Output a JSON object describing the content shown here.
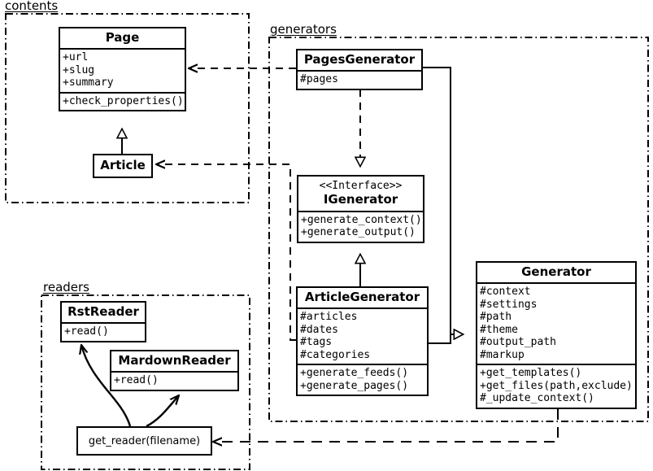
{
  "diagram": {
    "title": "Pelican architecture UML class diagram",
    "stroke_color": "#000000",
    "background": "#ffffff"
  },
  "packages": [
    {
      "name": "contents",
      "label": "contents"
    },
    {
      "name": "generators",
      "label": "generators"
    },
    {
      "name": "readers",
      "label": "readers"
    }
  ],
  "classes": {
    "page": {
      "name": "Page",
      "attributes": [
        "+url",
        "+slug",
        "+summary"
      ],
      "methods": [
        "+check_properties()"
      ]
    },
    "article": {
      "name": "Article",
      "attributes": [],
      "methods": []
    },
    "pages_generator": {
      "name": "PagesGenerator",
      "attributes": [
        "#pages"
      ],
      "methods": []
    },
    "igenerator": {
      "stereotype": "<<Interface>>",
      "name": "IGenerator",
      "attributes": [],
      "methods": [
        "+generate_context()",
        "+generate_output()"
      ]
    },
    "article_generator": {
      "name": "ArticleGenerator",
      "attributes": [
        "#articles",
        "#dates",
        "#tags",
        "#categories"
      ],
      "methods": [
        "+generate_feeds()",
        "+generate_pages()"
      ]
    },
    "generator": {
      "name": "Generator",
      "attributes": [
        "#context",
        "#settings",
        "#path",
        "#theme",
        "#output_path",
        "#markup"
      ],
      "methods": [
        "+get_templates()",
        "+get_files(path,exclude)",
        "#_update_context()"
      ]
    },
    "rst_reader": {
      "name": "RstReader",
      "attributes": [],
      "methods": [
        "+read()"
      ]
    },
    "mardown_reader": {
      "name": "MardownReader",
      "attributes": [],
      "methods": [
        "+read()"
      ]
    },
    "get_reader": {
      "name": "get_reader(filename)"
    }
  },
  "relationships": [
    {
      "name": "article-inherits-page",
      "type": "generalization",
      "from": "Article",
      "to": "Page"
    },
    {
      "name": "pagesgenerator-realizes-igenerator",
      "type": "realization",
      "from": "PagesGenerator",
      "to": "IGenerator"
    },
    {
      "name": "articlegenerator-realizes-igenerator",
      "type": "generalization",
      "from": "ArticleGenerator",
      "to": "IGenerator"
    },
    {
      "name": "pagesgenerator-extends-generator",
      "type": "generalization",
      "from": "PagesGenerator",
      "to": "Generator"
    },
    {
      "name": "articlegenerator-extends-generator",
      "type": "generalization",
      "from": "ArticleGenerator",
      "to": "Generator"
    },
    {
      "name": "pagesgenerator-depends-page",
      "type": "dependency",
      "from": "PagesGenerator",
      "to": "Page"
    },
    {
      "name": "articlegenerator-depends-article",
      "type": "dependency",
      "from": "ArticleGenerator",
      "to": "Article"
    },
    {
      "name": "generator-depends-get-reader",
      "type": "dependency",
      "from": "Generator",
      "to": "get_reader(filename)"
    },
    {
      "name": "get-reader-returns-rstreader",
      "type": "association",
      "from": "get_reader(filename)",
      "to": "RstReader"
    },
    {
      "name": "get-reader-returns-mardownreader",
      "type": "association",
      "from": "get_reader(filename)",
      "to": "MardownReader"
    }
  ]
}
